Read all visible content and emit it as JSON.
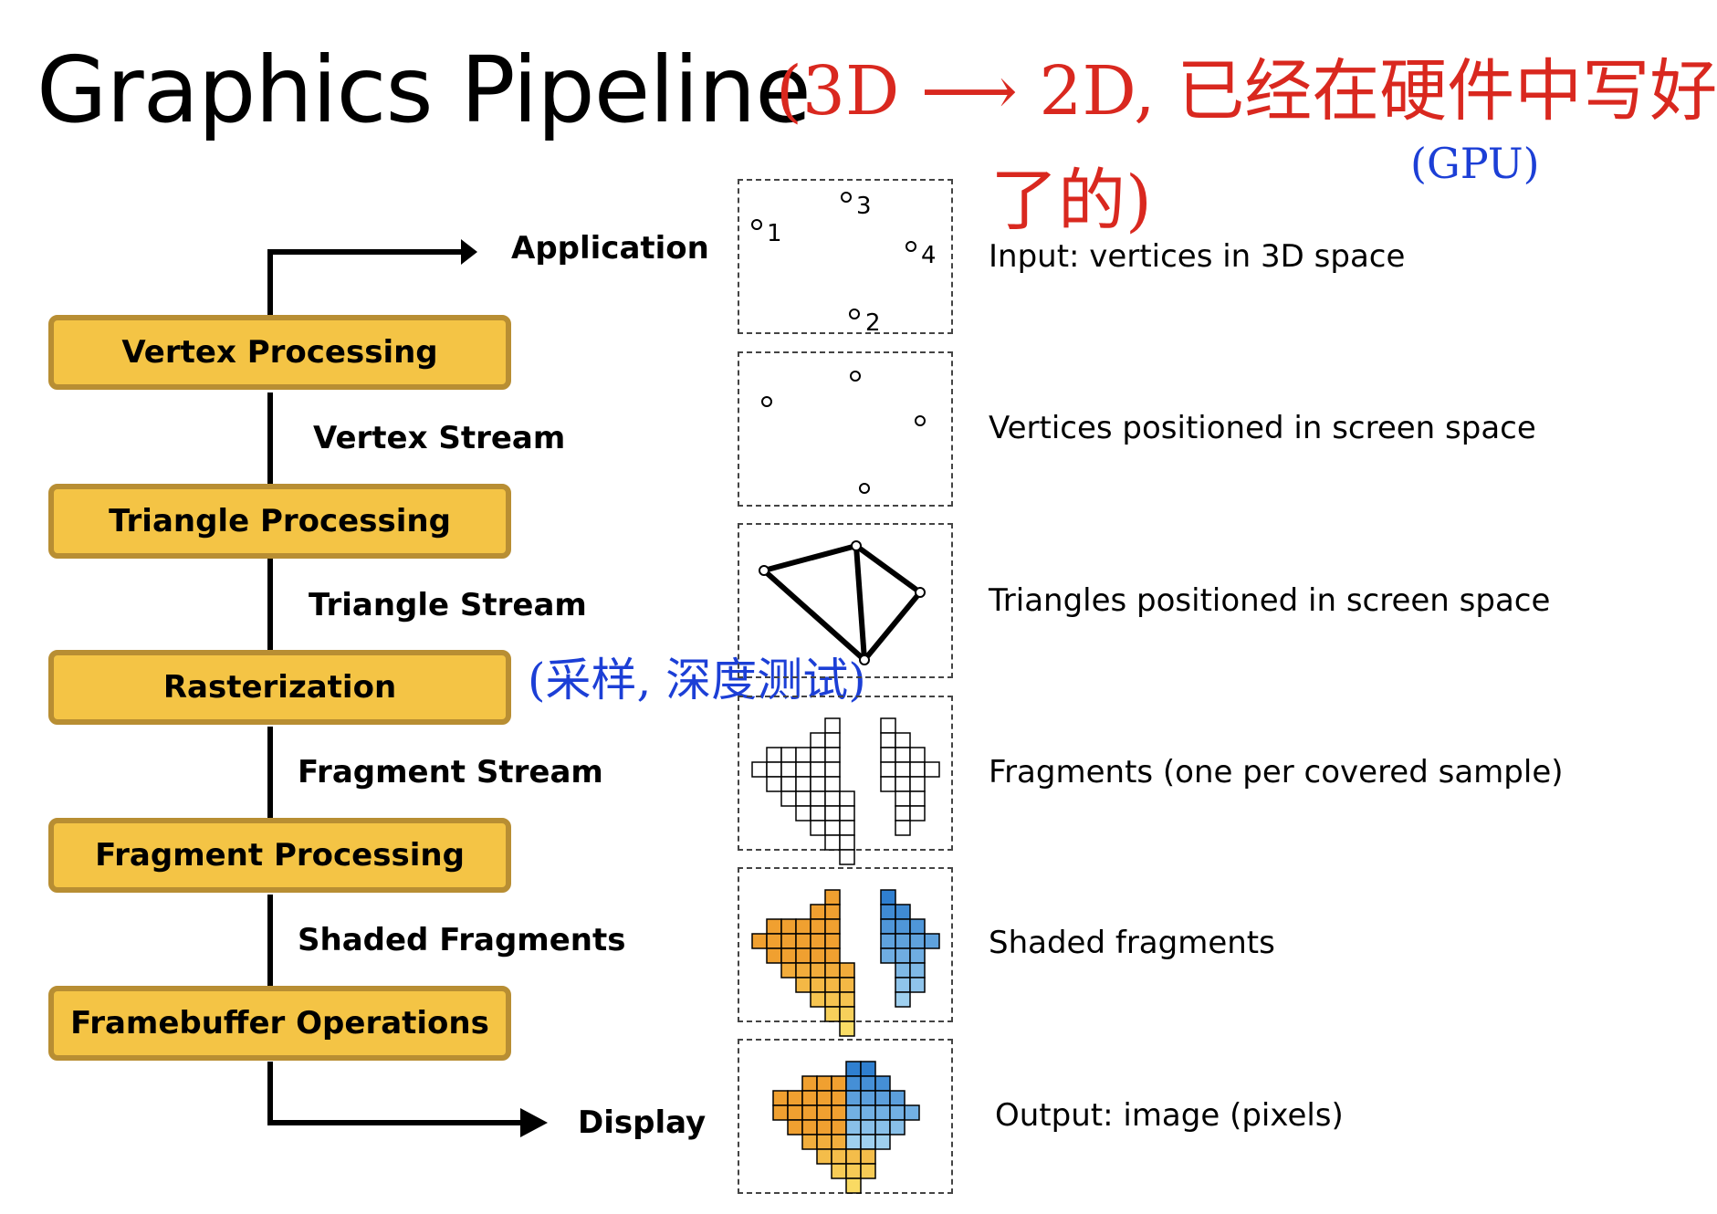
{
  "title": "Graphics Pipeline",
  "annotations": {
    "red_line1": "(3D ⟶ 2D, 已经在硬件中写好",
    "red_line2": "了的)",
    "blue_gpu": "(GPU)",
    "blue_raster": "(采样, 深度测试)"
  },
  "io": {
    "application": "Application",
    "display": "Display"
  },
  "stages": [
    {
      "label": "Vertex Processing"
    },
    {
      "label": "Triangle Processing"
    },
    {
      "label": "Rasterization"
    },
    {
      "label": "Fragment Processing"
    },
    {
      "label": "Framebuffer Operations"
    }
  ],
  "streams": [
    {
      "label": "Vertex Stream"
    },
    {
      "label": "Triangle Stream"
    },
    {
      "label": "Fragment Stream"
    },
    {
      "label": "Shaded Fragments"
    }
  ],
  "descriptions": [
    {
      "text": "Input: vertices in 3D space"
    },
    {
      "text": "Vertices positioned in screen space"
    },
    {
      "text": "Triangles positioned in screen space"
    },
    {
      "text": "Fragments (one per covered sample)"
    },
    {
      "text": "Shaded fragments"
    },
    {
      "text": "Output: image (pixels)"
    }
  ],
  "vertex_labels": [
    "1",
    "3",
    "4",
    "2"
  ],
  "colors": {
    "stage_fill": "#f4c445",
    "stage_border": "#b88e33",
    "annotation_red": "#d9281f",
    "annotation_blue": "#1c3fd6",
    "fragment_orange": "#f0a030",
    "fragment_yellow": "#fbe870",
    "fragment_blue": "#2f7fd0",
    "fragment_lightblue": "#9fd0ef"
  }
}
